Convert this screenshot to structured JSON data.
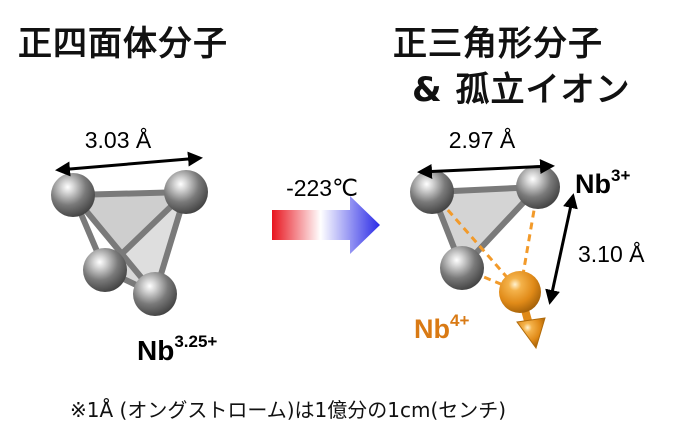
{
  "titles": {
    "left": "正四面体分子",
    "right_line1": "正三角形分子",
    "right_line2": "& 孤立イオン"
  },
  "left_molecule": {
    "distance_label": "3.03 Å",
    "ion_label": "Nb",
    "ion_charge": "3.25+"
  },
  "transition": {
    "temperature_label": "-223℃"
  },
  "right_molecule": {
    "distance_label": "2.97 Å",
    "vertical_distance_label": "3.10 Å",
    "ion3_label": "Nb",
    "ion3_charge": "3+",
    "ion4_label": "Nb",
    "ion4_charge": "4+"
  },
  "footnote": "※1Å (オングストローム)は1億分の1cm(センチ)",
  "colors": {
    "atom_gray": "#6e6e6e",
    "atom_orange": "#e8901e",
    "nb4_text": "#d97a14",
    "arrow_red": "#e8141e",
    "arrow_blue": "#2a2ae6"
  }
}
